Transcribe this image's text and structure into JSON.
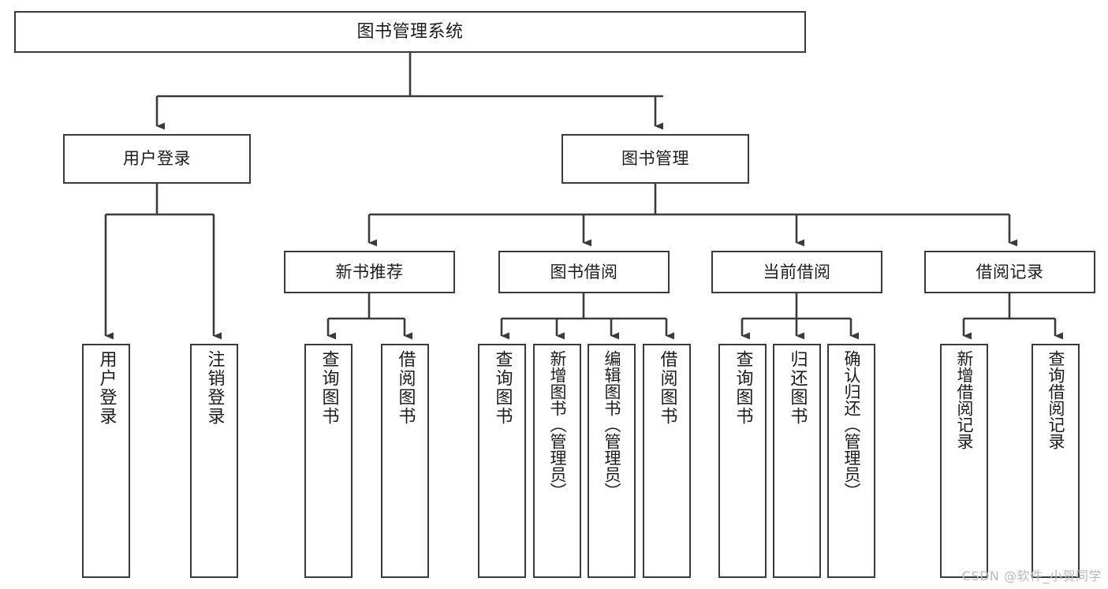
{
  "diagram": {
    "title": "图书管理系统",
    "watermark": "CSDN @软件_小贺同学",
    "line_color": "#3b3b3b",
    "box_fill": "#ffffff",
    "text_color": "#1c1c1c",
    "watermark_color": "#b9b9b9"
  },
  "nodes": {
    "root": {
      "label": "图书管理系统"
    },
    "level2": [
      {
        "label": "用户登录"
      },
      {
        "label": "图书管理"
      }
    ],
    "level3": [
      {
        "label": "新书推荐"
      },
      {
        "label": "图书借阅"
      },
      {
        "label": "当前借阅"
      },
      {
        "label": "借阅记录"
      }
    ],
    "leaves": {
      "user_login": [
        {
          "label": "用户登录"
        },
        {
          "label": "注销登录"
        }
      ],
      "new_book": [
        {
          "label": "查询图书"
        },
        {
          "label": "借阅图书"
        }
      ],
      "book_borrow": [
        {
          "label": "查询图书"
        },
        {
          "label": "新增图书（管理员）"
        },
        {
          "label": "编辑图书（管理员）"
        },
        {
          "label": "借阅图书"
        }
      ],
      "current_borrow": [
        {
          "label": "查询图书"
        },
        {
          "label": "归还图书"
        },
        {
          "label": "确认归还（管理员）"
        }
      ],
      "borrow_record": [
        {
          "label": "新增借阅记录"
        },
        {
          "label": "查询借阅记录"
        }
      ]
    }
  },
  "chart_data": {
    "type": "tree",
    "title": "图书管理系统 功能结构图",
    "root": "图书管理系统",
    "edges": [
      [
        "图书管理系统",
        "用户登录"
      ],
      [
        "图书管理系统",
        "图书管理"
      ],
      [
        "用户登录",
        "用户登录"
      ],
      [
        "用户登录",
        "注销登录"
      ],
      [
        "图书管理",
        "新书推荐"
      ],
      [
        "图书管理",
        "图书借阅"
      ],
      [
        "图书管理",
        "当前借阅"
      ],
      [
        "图书管理",
        "借阅记录"
      ],
      [
        "新书推荐",
        "查询图书"
      ],
      [
        "新书推荐",
        "借阅图书"
      ],
      [
        "图书借阅",
        "查询图书"
      ],
      [
        "图书借阅",
        "新增图书（管理员）"
      ],
      [
        "图书借阅",
        "编辑图书（管理员）"
      ],
      [
        "图书借阅",
        "借阅图书"
      ],
      [
        "当前借阅",
        "查询图书"
      ],
      [
        "当前借阅",
        "归还图书"
      ],
      [
        "当前借阅",
        "确认归还（管理员）"
      ],
      [
        "借阅记录",
        "新增借阅记录"
      ],
      [
        "借阅记录",
        "查询借阅记录"
      ]
    ]
  }
}
